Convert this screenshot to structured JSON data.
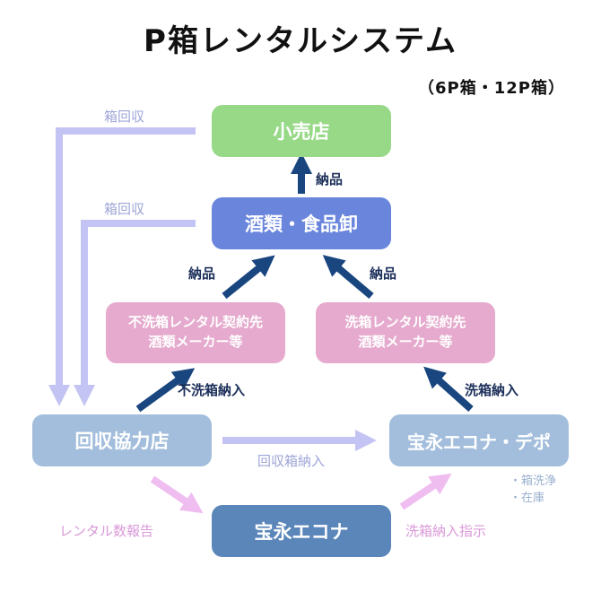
{
  "title": "P箱レンタルシステム",
  "subtitle": "（6P箱・12P箱）",
  "nodes": {
    "retail": "小売店",
    "wholesale": "酒類・食品卸",
    "unwashed_line1": "不洗箱レンタル契約先",
    "unwashed_line2": "酒類メーカー等",
    "washed_line1": "洗箱レンタル契約先",
    "washed_line2": "酒類メーカー等",
    "coop": "回収協力店",
    "depot": "宝永エコナ・デポ",
    "hoei": "宝永エコナ"
  },
  "edge_labels": {
    "delivery_top": "納品",
    "delivery_left": "納品",
    "delivery_right": "納品",
    "collect_top": "箱回収",
    "collect_mid": "箱回収",
    "unwashed_in": "不洗箱納入",
    "washed_in": "洗箱納入",
    "collected_in": "回収箱納入",
    "rental_report": "レンタル数報告",
    "wash_instruction": "洗箱納入指示"
  },
  "depot_notes": [
    "・箱洗浄",
    "・在庫"
  ],
  "colors": {
    "retail": "#98d988",
    "wholesale": "#6a86dc",
    "maker": "#e5aacd",
    "coop_depot": "#a3bedc",
    "hoei": "#5b86ba",
    "dark_arrow": "#1a4680",
    "light_arrow": "#c4c4f4",
    "pink_arrow": "#f0bdf0"
  }
}
